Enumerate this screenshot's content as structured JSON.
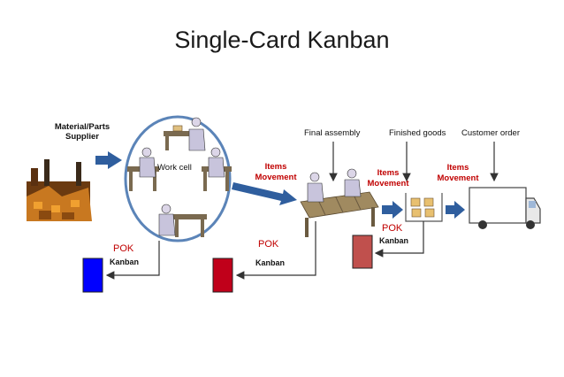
{
  "title": "Single-Card Kanban",
  "labels": {
    "supplier": "Material/Parts\nSupplier",
    "work_cell": "Work cell",
    "final_assembly": "Final assembly",
    "finished_goods": "Finished goods",
    "customer_order": "Customer order",
    "items_movement": "Items\nMovement",
    "pok": "POK",
    "kanban": "Kanban"
  },
  "colors": {
    "arrow_blue": "#2f5e9e",
    "circle_blue": "#5b84b8",
    "card_blue": "#0000ff",
    "card_red": "#c0001a",
    "card_light_red": "#c0504d",
    "text_red": "#c00000"
  }
}
